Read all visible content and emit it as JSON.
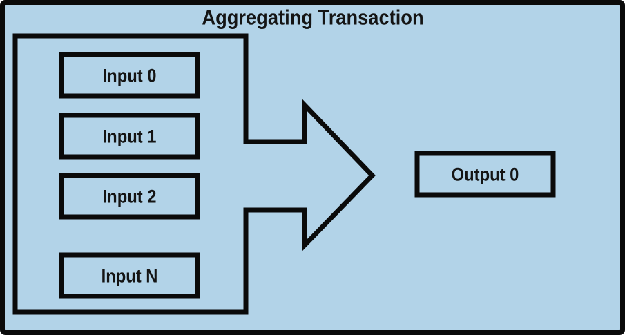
{
  "diagram": {
    "title": "Aggregating Transaction",
    "inputs": [
      {
        "label": "Input 0"
      },
      {
        "label": "Input 1"
      },
      {
        "label": "Input 2"
      },
      {
        "label": "Input N"
      }
    ],
    "output": {
      "label": "Output 0"
    },
    "arrow": {
      "meaning": "inputs-aggregated-to-output"
    }
  },
  "colors": {
    "background": "#b2d3e8",
    "line": "#0a0a0a",
    "text": "#141414"
  }
}
